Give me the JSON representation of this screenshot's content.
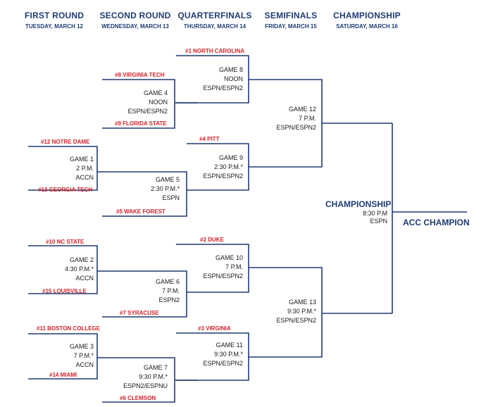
{
  "rounds": [
    {
      "name": "FIRST ROUND",
      "date": "TUESDAY, MARCH 12"
    },
    {
      "name": "SECOND ROUND",
      "date": "WEDNESDAY, MARCH 13"
    },
    {
      "name": "QUARTERFINALS",
      "date": "THURSDAY, MARCH 14"
    },
    {
      "name": "SEMIFINALS",
      "date": "FRIDAY, MARCH 15"
    },
    {
      "name": "CHAMPIONSHIP",
      "date": "SATURDAY, MARCH 16"
    }
  ],
  "teams": {
    "north_carolina": "#1 NORTH CAROLINA",
    "virginia_tech": "#8 VIRGINIA TECH",
    "florida_state": "#9 FLORIDA STATE",
    "notre_dame": "#12 NOTRE DAME",
    "pitt": "#4 PITT",
    "georgia_tech": "#13 GEORGIA TECH",
    "wake_forest": "#5 WAKE FOREST",
    "nc_state": "#10 NC STATE",
    "duke": "#2 DUKE",
    "louisville": "#15 LOUISVILLE",
    "syracuse": "#7 SYRACUSE",
    "boston_college": "#11 BOSTON COLLEGE",
    "virginia": "#3 VIRGINIA",
    "miami": "#14 MIAMI",
    "clemson": "#6 CLEMSON"
  },
  "games": {
    "g1": {
      "title": "GAME 1",
      "time": "2 P.M.",
      "tv": "ACCN"
    },
    "g2": {
      "title": "GAME 2",
      "time": "4:30 P.M.*",
      "tv": "ACCN"
    },
    "g3": {
      "title": "GAME 3",
      "time": "7 P.M.*",
      "tv": "ACCN"
    },
    "g4": {
      "title": "GAME 4",
      "time": "NOON",
      "tv": "ESPN/ESPN2"
    },
    "g5": {
      "title": "GAME 5",
      "time": "2:30 P.M.*",
      "tv": "ESPN"
    },
    "g6": {
      "title": "GAME 6",
      "time": "7 P.M.",
      "tv": "ESPN2"
    },
    "g7": {
      "title": "GAME 7",
      "time": "9:30 P.M.*",
      "tv": "ESPN2/ESPNU"
    },
    "g8": {
      "title": "GAME 8",
      "time": "NOON",
      "tv": "ESPN/ESPN2"
    },
    "g9": {
      "title": "GAME 9",
      "time": "2:30 P.M.*",
      "tv": "ESPN/ESPN2"
    },
    "g10": {
      "title": "GAME 10",
      "time": "7 P.M.",
      "tv": "ESPN/ESPN2"
    },
    "g11": {
      "title": "GAME 11",
      "time": "9:30 P.M.*",
      "tv": "ESPN/ESPN2"
    },
    "g12": {
      "title": "GAME 12",
      "time": "7 P.M.",
      "tv": "ESPN/ESPN2"
    },
    "g13": {
      "title": "GAME 13",
      "time": "9:30 P.M.*",
      "tv": "ESPN/ESPN2"
    }
  },
  "championship": {
    "title": "CHAMPIONSHIP",
    "time": "8:30 P.M",
    "tv": "ESPN"
  },
  "champion_label": "ACC CHAMPION",
  "colors": {
    "line": "#1f3b73",
    "team": "#d2232a",
    "header": "#1f3b73"
  }
}
